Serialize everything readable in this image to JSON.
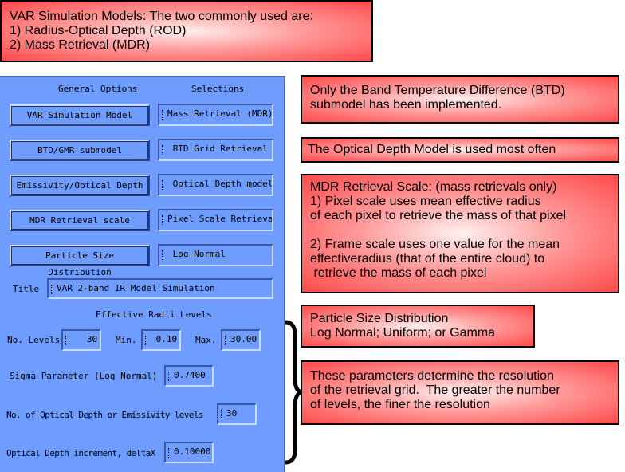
{
  "callouts": {
    "top": "VAR Simulation Models: The two commonly used are:\n1) Radius-Optical Depth (ROD)\n2) Mass Retrieval (MDR)",
    "btd": "Only the Band Temperature Difference (BTD)\nsubmodel has been implemented.",
    "od": "The Optical Depth Model is used most often",
    "mdr": "MDR Retrieval Scale: (mass retrievals only)\n1) Pixel scale uses mean effective radius\nof each pixel to retrieve the mass of that pixel\n\n2) Frame scale uses one value for the mean\neffectiveradius (that of the entire cloud) to\n retrieve the mass of each pixel",
    "psd": "Particle Size Distribution\nLog Normal; Uniform; or Gamma",
    "params": "These parameters determine the resolution\nof the retrieval grid.  The greater the number\nof levels, the finer the resolution"
  },
  "panel": {
    "general_options": "General Options",
    "selections": "Selections",
    "rows": [
      {
        "button": "VAR Simulation Model",
        "value": "Mass Retrieval (MDR)"
      },
      {
        "button": "BTD/GMR submodel",
        "value": " BTD Grid Retrieval"
      },
      {
        "button": "Emissivity/Optical Depth",
        "value": " Optical Depth model"
      },
      {
        "button": "MDR Retrieval scale",
        "value": "Pixel Scale Retrieval"
      },
      {
        "button": "Particle Size Distribution",
        "value": " Log Normal"
      }
    ],
    "title_label": "Title",
    "title_value": "VAR 2-band IR Model Simulation",
    "radii_heading": "Effective Radii Levels",
    "levels_label": "No. Levels",
    "levels_value": "   30",
    "min_label": "Min.",
    "min_value": " 0.10",
    "max_label": "Max.",
    "max_value": "30.00",
    "sigma_label": "Sigma Parameter (Log Normal)",
    "sigma_value": "0.7400",
    "od_levels_label": "No. of Optical Depth or Emissivity levels",
    "od_levels_value": "30",
    "deltax_label": "Optical Depth increment, deltaX",
    "deltax_value": "0.10000"
  }
}
